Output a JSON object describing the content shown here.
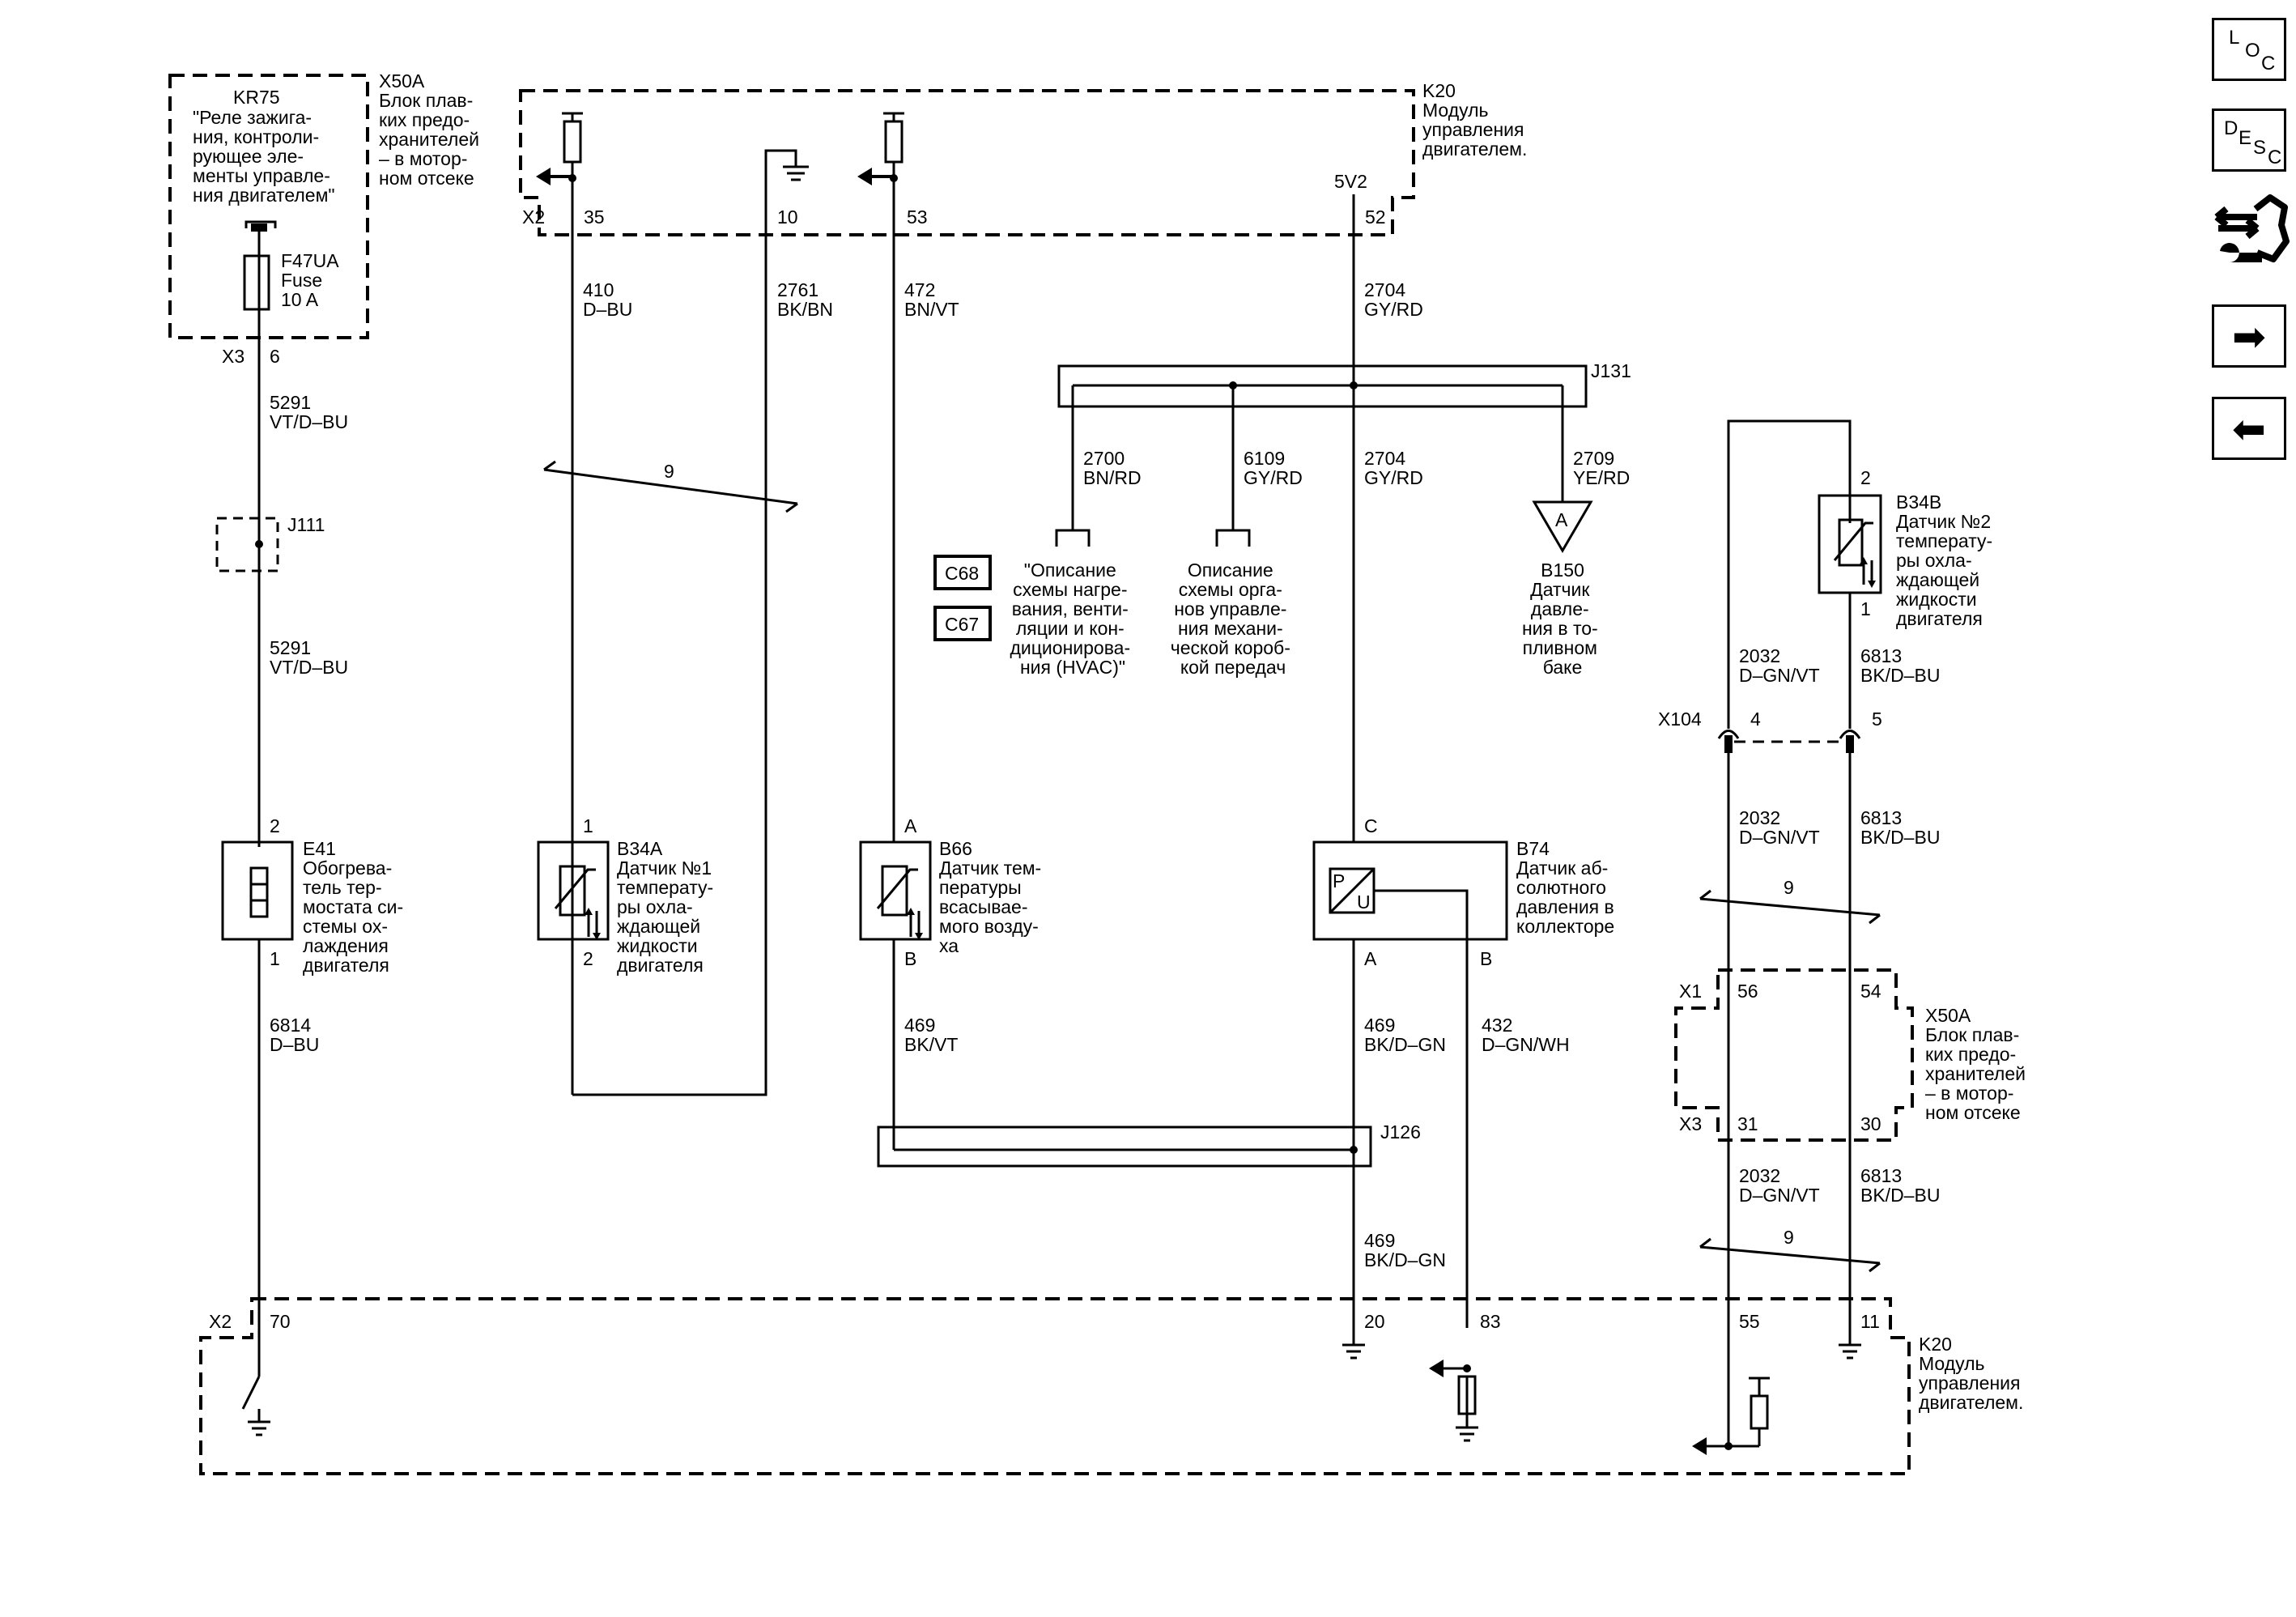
{
  "nav": {
    "loc": [
      "L",
      "O",
      "C"
    ],
    "desc": [
      "D",
      "E",
      "S",
      "C"
    ],
    "tools_icon": "tools-icon",
    "next_icon": "arrow-right-icon",
    "prev_icon": "arrow-left-icon",
    "next_glyph": "➡",
    "prev_glyph": "⬅"
  },
  "kr75": {
    "id": "KR75",
    "desc": [
      "\"Реле зажига-",
      "ния, контроли-",
      "рующее эле-",
      "менты управле-",
      "ния двигателем\""
    ]
  },
  "x50a_top": {
    "id": "X50A",
    "desc": [
      "Блок плав-",
      "ких предо-",
      "хранителей",
      "– в мотор-",
      "ном отсеке"
    ]
  },
  "fuse": {
    "id": "F47UA",
    "type": "Fuse",
    "rating": "10 A"
  },
  "k20_top": {
    "id": "K20",
    "desc": [
      "Модуль",
      "управления",
      "двигателем."
    ]
  },
  "k20_bottom": {
    "id": "K20",
    "desc": [
      "Модуль",
      "управления",
      "двигателем."
    ]
  },
  "connectors": {
    "x2": "X2",
    "x3": "X3",
    "x1": "X1",
    "x104": "X104",
    "p6": "6",
    "p35": "35",
    "p10": "10",
    "p53": "53",
    "p52": "52",
    "p5v2": "5V2",
    "p70": "70",
    "p20": "20",
    "p83": "83",
    "p55": "55",
    "p11": "11",
    "p4": "4",
    "p5": "5",
    "p56": "56",
    "p54": "54",
    "p31": "31",
    "p30": "30"
  },
  "wires": {
    "w5291a": [
      "5291",
      "VT/D–BU"
    ],
    "w5291b": [
      "5291",
      "VT/D–BU"
    ],
    "w6814": [
      "6814",
      "D–BU"
    ],
    "w410": [
      "410",
      "D–BU"
    ],
    "w2761": [
      "2761",
      "BK/BN"
    ],
    "w472": [
      "472",
      "BN/VT"
    ],
    "w469a": [
      "469",
      "BK/VT"
    ],
    "w2704a": [
      "2704",
      "GY/RD"
    ],
    "w2704b": [
      "2704",
      "GY/RD"
    ],
    "w2700": [
      "2700",
      "BN/RD"
    ],
    "w6109": [
      "6109",
      "GY/RD"
    ],
    "w2709": [
      "2709",
      "YE/RD"
    ],
    "w469b": [
      "469",
      "BK/D–GN"
    ],
    "w469c": [
      "469",
      "BK/D–GN"
    ],
    "w432": [
      "432",
      "D–GN/WH"
    ],
    "w2032a": [
      "2032",
      "D–GN/VT"
    ],
    "w2032b": [
      "2032",
      "D–GN/VT"
    ],
    "w2032c": [
      "2032",
      "D–GN/VT"
    ],
    "w6813a": [
      "6813",
      "BK/D–BU"
    ],
    "w6813b": [
      "6813",
      "BK/D–BU"
    ],
    "w6813c": [
      "6813",
      "BK/D–BU"
    ]
  },
  "twist": {
    "left": "9",
    "right_upper": "9",
    "right_lower": "9"
  },
  "splices": {
    "j111": "J111",
    "j131": "J131",
    "j126": "J126"
  },
  "components": {
    "e41": {
      "id": "E41",
      "pin_top": "2",
      "pin_bottom": "1",
      "desc": [
        "Обогрева-",
        "тель тер-",
        "мостата си-",
        "стемы ох-",
        "лаждения",
        "двигателя"
      ]
    },
    "b34a": {
      "id": "B34A",
      "pin_top": "1",
      "pin_bottom": "2",
      "desc": [
        "Датчик №1",
        "температу-",
        "ры охла-",
        "ждающей",
        "жидкости",
        "двигателя"
      ]
    },
    "b66": {
      "id": "B66",
      "pin_top": "A",
      "pin_bottom": "B",
      "desc": [
        "Датчик тем-",
        "пературы",
        "всасывае-",
        "мого возду-",
        "ха"
      ]
    },
    "b74": {
      "id": "B74",
      "pin_top": "C",
      "pin_a": "A",
      "pin_b": "B",
      "desc": [
        "Датчик аб-",
        "солютного",
        "давления в",
        "коллекторе"
      ]
    },
    "b34b": {
      "id": "B34B",
      "pin_top": "2",
      "pin_bottom": "1",
      "desc": [
        "Датчик №2",
        "температу-",
        "ры охла-",
        "ждающей",
        "жидкости",
        "двигателя"
      ]
    },
    "b150": {
      "id": "B150",
      "marker": "A",
      "desc": [
        "Датчик",
        "давле-",
        "ния в то-",
        "пливном",
        "баке"
      ]
    }
  },
  "x50a_right": {
    "id": "X50A",
    "desc": [
      "Блок плав-",
      "ких предо-",
      "хранителей",
      "– в мотор-",
      "ном отсеке"
    ]
  },
  "refs": {
    "c68": "C68",
    "c67": "C67",
    "hvac": [
      "\"Описание",
      "схемы нагре-",
      "вания, венти-",
      "ляции и кон-",
      "диционирова-",
      "ния (HVAC)\""
    ],
    "trans": [
      "Описание",
      "схемы орга-",
      "нов управле-",
      "ния механи-",
      "ческой короб-",
      "кой передач"
    ]
  }
}
